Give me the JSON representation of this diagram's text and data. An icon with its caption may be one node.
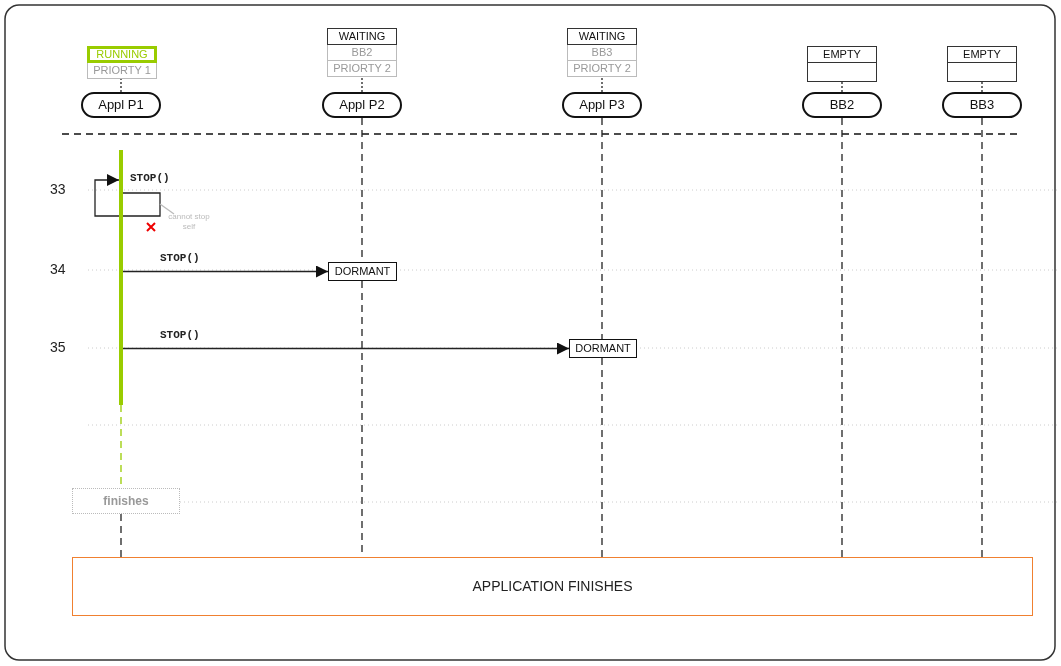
{
  "diagram": {
    "nodes": [
      {
        "text": [
          "RUNNING",
          "PRIORTY 1"
        ]
      },
      {
        "text": [
          "Appl P1"
        ]
      },
      {
        "text": [
          "WAITING",
          "BB2",
          "PRIORTY 2"
        ]
      },
      {
        "text": [
          "Appl P2"
        ]
      },
      {
        "text": [
          "WAITING",
          "BB3",
          "PRIORTY 2"
        ]
      },
      {
        "text": [
          "Appl P3"
        ]
      },
      {
        "text": [
          "EMPTY"
        ]
      },
      {
        "text": [
          "BB2"
        ]
      },
      {
        "text": [
          "EMPTY"
        ]
      },
      {
        "text": [
          "BB3"
        ]
      },
      {
        "text": [
          "cannot stop self"
        ]
      },
      {
        "text": [
          "DORMANT"
        ]
      },
      {
        "text": [
          "DORMANT"
        ]
      },
      {
        "text": [
          "finishes"
        ]
      },
      {
        "text": [
          "APPLICATION FINISHES"
        ]
      },
      {
        "text": [],
        "shape": "bar"
      }
    ],
    "edges": [
      {
        "from": 0,
        "to": 1,
        "arrow": "none",
        "style": "dashed"
      },
      {
        "from": 2,
        "to": 3,
        "arrow": "none",
        "style": "dashed"
      },
      {
        "from": 4,
        "to": 5,
        "arrow": "none",
        "style": "dashed"
      },
      {
        "from": 6,
        "to": 7,
        "arrow": "none",
        "style": "dashed"
      },
      {
        "from": 8,
        "to": 9,
        "arrow": "none",
        "style": "dashed"
      },
      {
        "from": 15,
        "to": 13,
        "arrow": "none",
        "style": "dashed",
        "color": "#99cc00"
      },
      {
        "from": 13,
        "to": 14,
        "arrow": "none",
        "style": "dashed"
      },
      {
        "from": 3,
        "to": 11,
        "arrow": "none",
        "style": "dashed"
      },
      {
        "from": 11,
        "to": 14,
        "arrow": "none",
        "style": "dashed"
      },
      {
        "from": 5,
        "to": 12,
        "arrow": "none",
        "style": "dashed"
      },
      {
        "from": 12,
        "to": 14,
        "arrow": "none",
        "style": "dashed"
      },
      {
        "from": 7,
        "to": 14,
        "arrow": "none",
        "style": "dashed"
      },
      {
        "from": 9,
        "to": 14,
        "arrow": "none",
        "style": "dashed"
      },
      {
        "from": 15,
        "to": 15,
        "label": "STOP()",
        "arrow": "to"
      },
      {
        "from": 10,
        "to": null,
        "arrow": "none",
        "color": "#bbbbbb"
      },
      {
        "from": 15,
        "to": 11,
        "label": "STOP()",
        "arrow": "to"
      },
      {
        "from": 15,
        "to": 12,
        "label": "STOP()",
        "arrow": "to"
      }
    ],
    "labels": [
      "33",
      "34",
      "35"
    ]
  }
}
